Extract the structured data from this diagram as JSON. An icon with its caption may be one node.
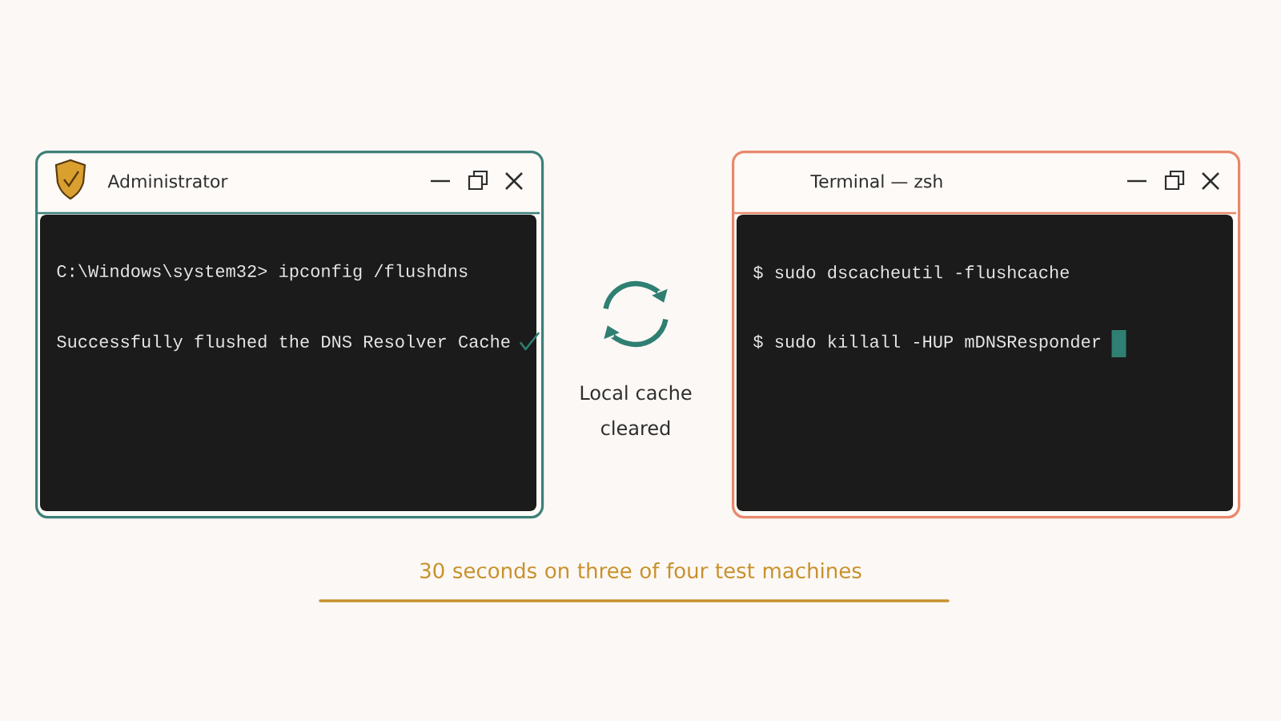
{
  "diagram": {
    "nodes": [
      {
        "text": [
          "Administrator",
          "C:\\Windows\\system32> ipconfig /flushdns",
          "Successfully flushed the DNS Resolver Cache"
        ]
      },
      {
        "text": [
          "Terminal — zsh",
          "$ sudo dscacheutil -flushcache",
          "$ sudo killall -HUP mDNSResponder"
        ]
      }
    ],
    "labels": [
      "Local cache cleared",
      "30 seconds on three of four test machines"
    ]
  }
}
